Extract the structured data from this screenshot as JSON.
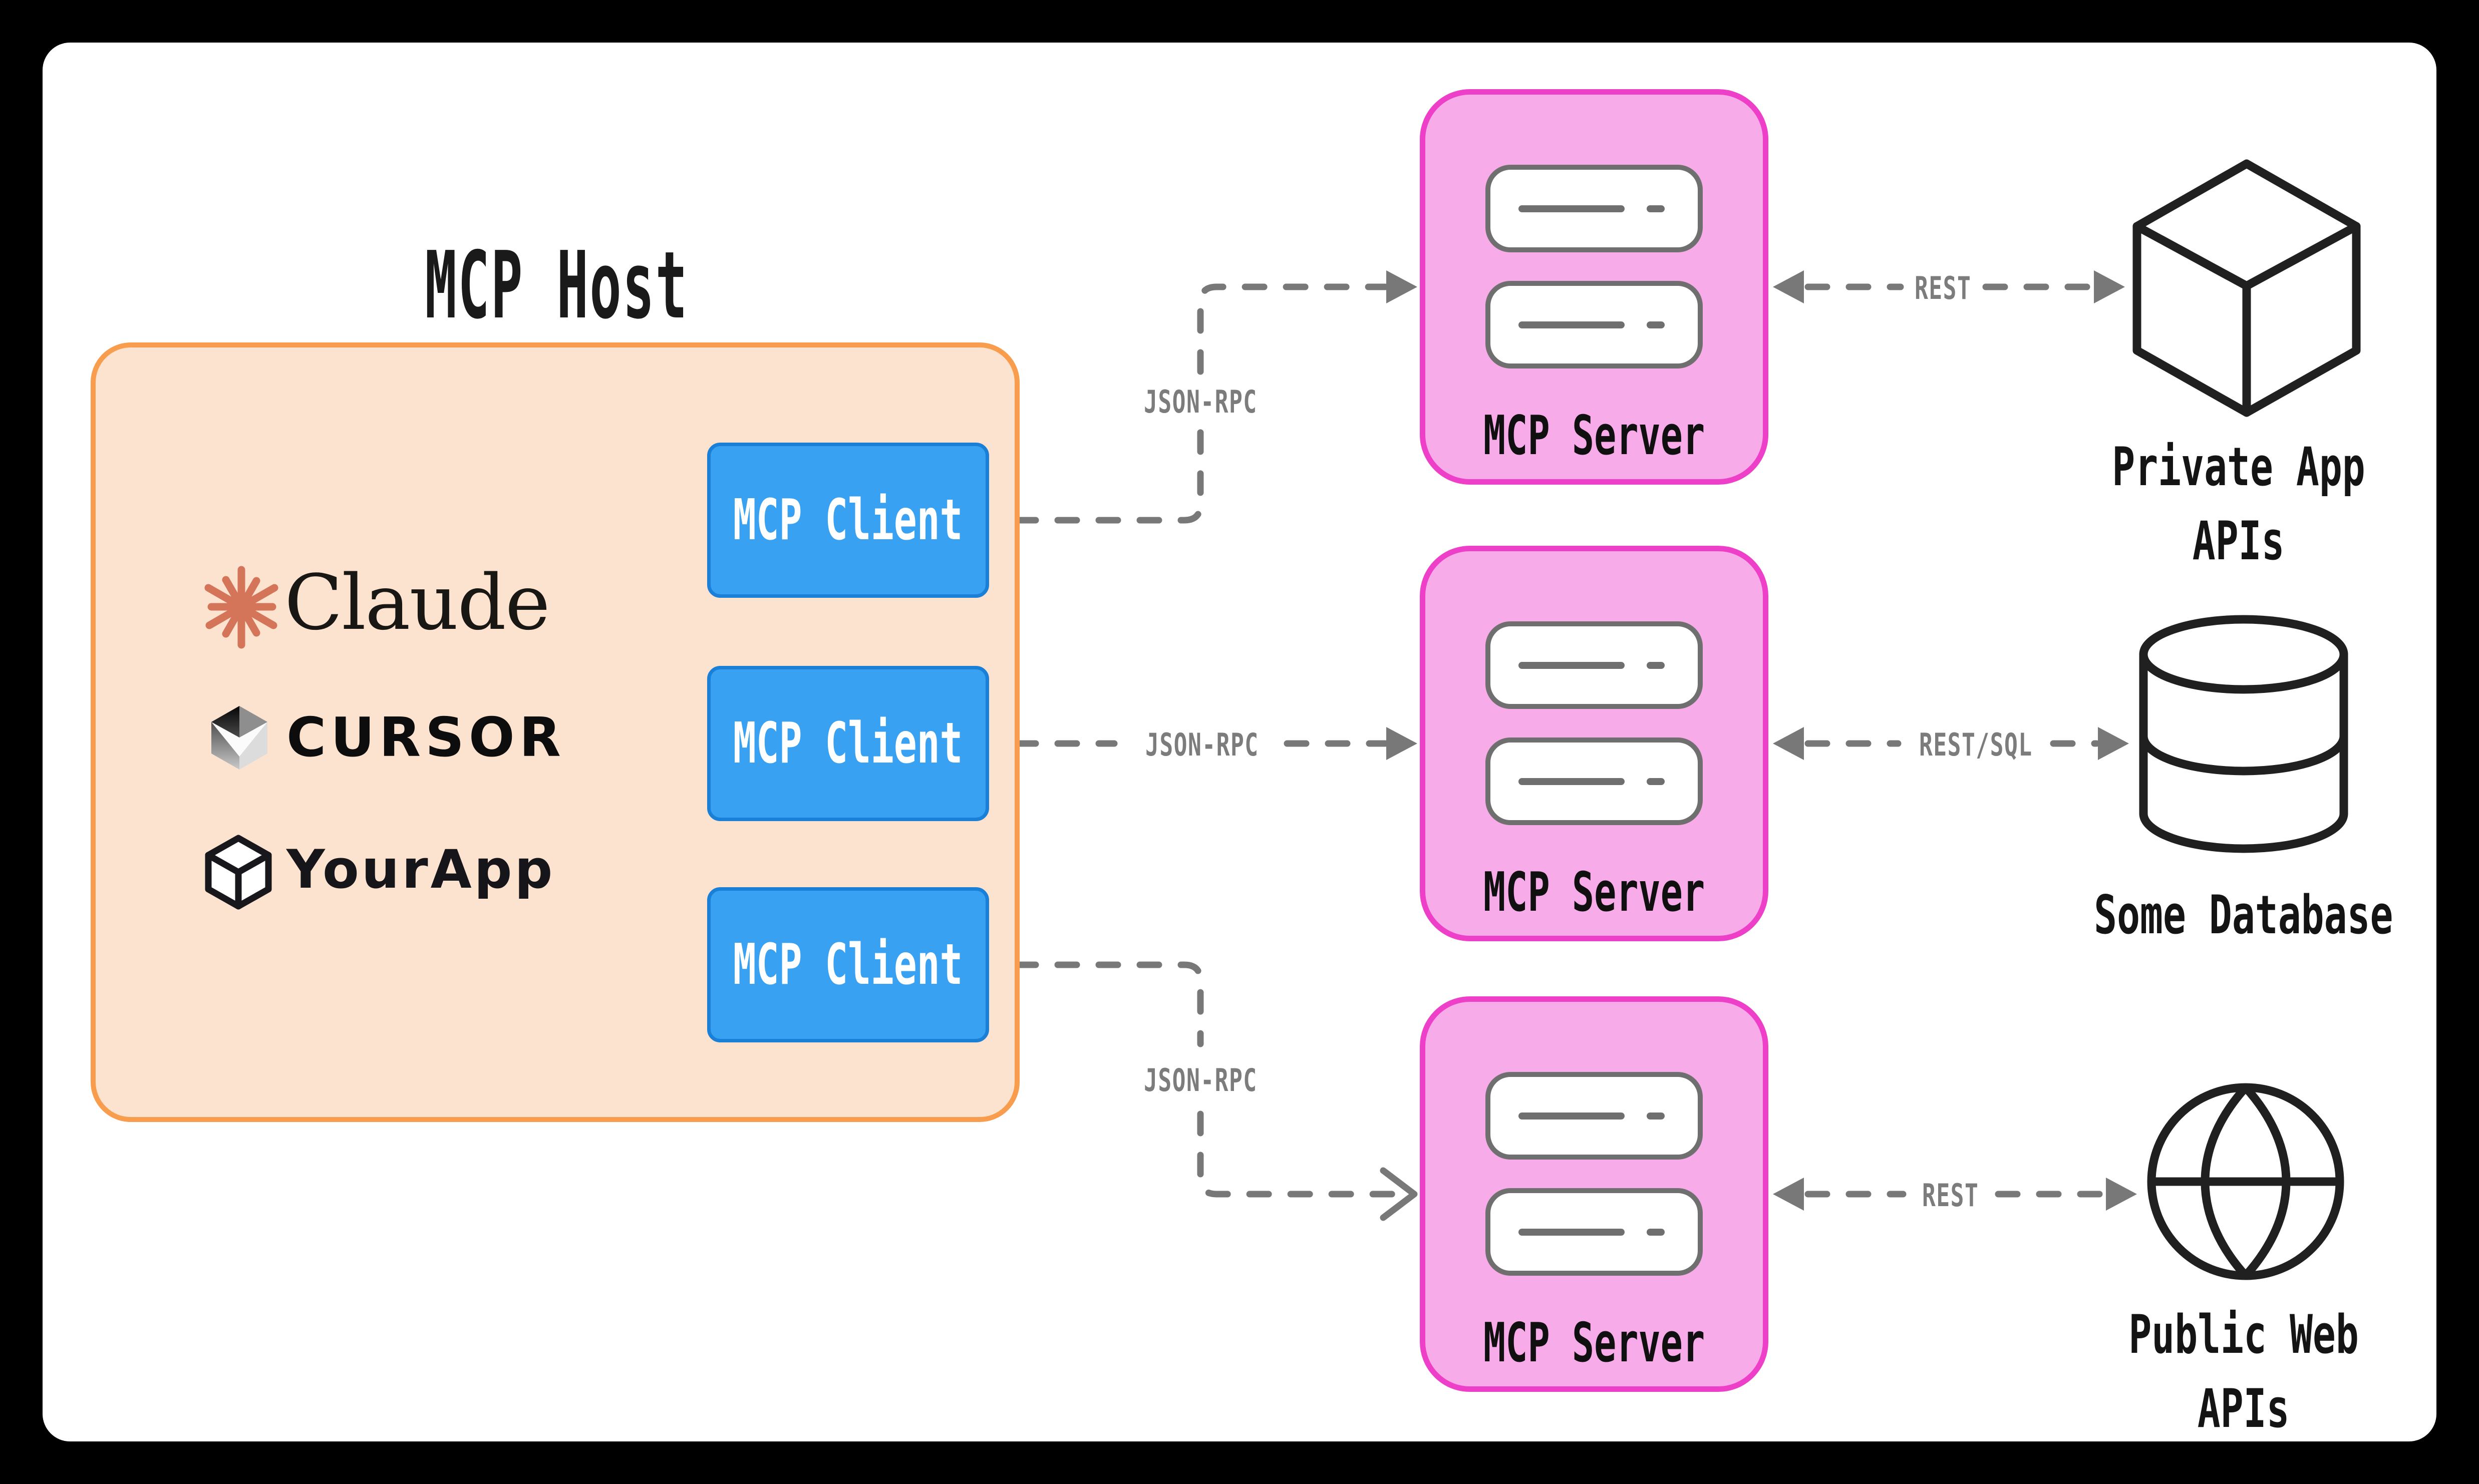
{
  "host": {
    "label": "MCP Host",
    "apps": [
      {
        "name": "Claude",
        "icon": "claude-starburst-icon"
      },
      {
        "name": "CURSOR",
        "icon": "cursor-cube-icon"
      },
      {
        "name": "YourApp",
        "icon": "yourapp-cube-icon"
      }
    ],
    "clients": [
      {
        "label": "MCP Client"
      },
      {
        "label": "MCP Client"
      },
      {
        "label": "MCP Client"
      }
    ]
  },
  "servers": [
    {
      "label": "MCP Server"
    },
    {
      "label": "MCP Server"
    },
    {
      "label": "MCP Server"
    }
  ],
  "resources": [
    {
      "name_line1": "Private App",
      "name_line2": "APIs",
      "icon": "cube-icon"
    },
    {
      "name_line1": "Some Database",
      "name_line2": "",
      "icon": "database-icon"
    },
    {
      "name_line1": "Public Web",
      "name_line2": "APIs",
      "icon": "globe-icon"
    }
  ],
  "connections": {
    "client_server_labels": [
      "JSON-RPC",
      "JSON-RPC",
      "JSON-RPC"
    ],
    "server_resource_labels": [
      "REST",
      "REST/SQL",
      "REST"
    ]
  },
  "colors": {
    "frame": "#000000",
    "page": "#ffffff",
    "host_fill": "#fce3cf",
    "host_border": "#f89c4d",
    "client_fill": "#38a1f2",
    "client_border": "#1a7fd6",
    "client_text": "#ffffff",
    "server_fill": "#f8abe9",
    "server_border": "#ee3fc9",
    "server_icon_stroke": "#6f6f6f",
    "wire": "#787878",
    "wire_label": "#7c7c7c",
    "claude_accent": "#d4755a",
    "ink": "#1a1a1a"
  }
}
